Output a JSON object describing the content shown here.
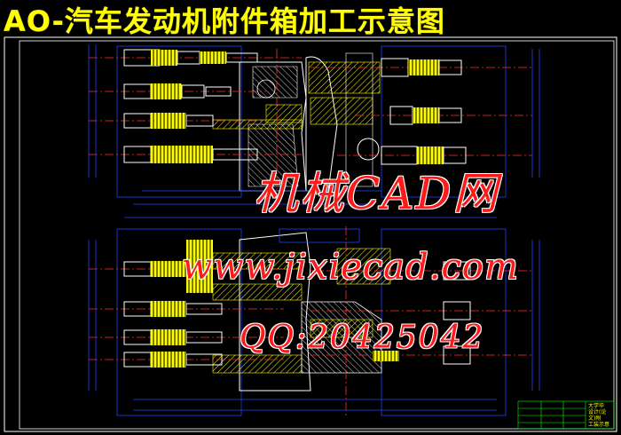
{
  "title": "AO-汽车发动机附件箱加工示意图",
  "watermark": {
    "name": "机械CAD网",
    "url": "www.jixiecad.com",
    "qq": "QQ:20425042"
  },
  "colors": {
    "background": "#000000",
    "title": "#ffff00",
    "watermark": "#ff1a1a",
    "frame": "#ffffff",
    "tool": "#ffff00",
    "centerline": "#ff3030",
    "part": "#ffffff",
    "hatch": "#ffff00",
    "dimension": "#2040ff",
    "title_block": "#00ff00"
  },
  "title_block": {
    "lines": [
      "大学毕",
      "设计(论",
      "文)附",
      "工装示意"
    ]
  }
}
